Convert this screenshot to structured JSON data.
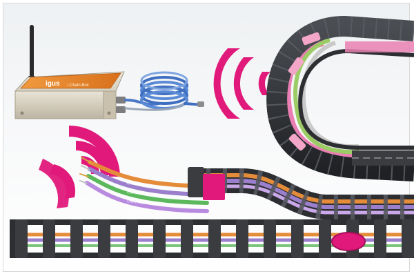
{
  "image": {
    "kind": "product illustration",
    "colors": {
      "accent_magenta": "#e0197a",
      "accent_pink": "#f4a6c8",
      "chain_dark": "#2f3135",
      "module_housing": "#d8d2c2",
      "module_lid": "#e8852a",
      "cable_blue": "#3f73c9",
      "cable_orange": "#e58c3a",
      "cable_violet": "#9b7fcc",
      "cable_green": "#5cb85c"
    },
    "module": {
      "brand_label": "igus",
      "model_label": "i.Chain.Box"
    },
    "cable_labels": [
      "CHAINFLEX®",
      "CHAINFLEX®",
      "CHAINFLEX®",
      "CHAINFLEX®"
    ],
    "icons": [
      "wireless-signal-icon",
      "wireless-signal-icon"
    ]
  }
}
